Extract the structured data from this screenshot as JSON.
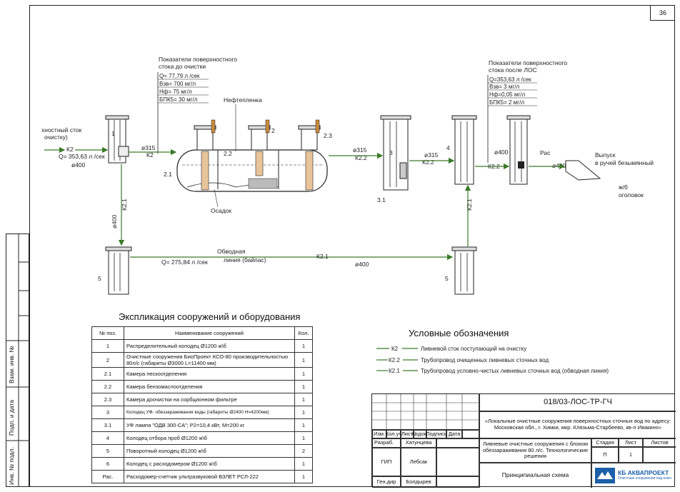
{
  "page_number": "36",
  "labels": {
    "inlet_text": "хностный сток",
    "inlet_text2": "очистку)",
    "inlet_flow": "Q= 353,63 л /сек",
    "inlet_diam": "ø400",
    "before_title1": "Показатели поверхностного",
    "before_title2": "стока до очистки",
    "before_vals": [
      "Q= 77,79 л /сек",
      "Взв= 700 мг/л",
      "Нф= 75 мг/л",
      "БПК5= 30 мг/л"
    ],
    "after_title1": "Показатели поверхностного",
    "after_title2": "стока после ЛОС",
    "after_vals": [
      "Q=353,63 л /сек",
      "Взв= 3 мг/л",
      "Нф=0,05 мг/л",
      "БПК5= 2 мг/л"
    ],
    "oil_film": "Нефтепленка",
    "sediment": "Осадок",
    "outlet1": "Выпуск",
    "outlet2": "в ручей безымянный",
    "outlet_note1": "ж/б",
    "outlet_note2": "оголовок",
    "bypass1": "Обводная",
    "bypass2": "линия (байпас)",
    "bypass_flow": "Q= 275,84 л /сек",
    "k2": "К2",
    "k22": "К2.2",
    "k21": "К2.1",
    "d315": "ø315",
    "d400": "ø400",
    "rac": "Рас",
    "n1": "1",
    "n22": "2.2",
    "n2": "2",
    "n23": "2.3",
    "n21": "2.1",
    "n3": "3",
    "n31": "3.1",
    "n4": "4",
    "n5": "5"
  },
  "explication": {
    "title": "Экспликация сооружений и оборудования",
    "headers": [
      "№ поз.",
      "Наименование сооружений",
      "Кол."
    ],
    "rows": [
      [
        "1",
        "Распределительный колодец Ø1200 ж\\б",
        "1"
      ],
      [
        "2",
        "Очистные сооружения БиоПроект КСО-80 производительностью 80л/с (габариты Ø3000 L=11400 мм)",
        "1"
      ],
      [
        "2.1",
        "Камера пескоотделения",
        "1"
      ],
      [
        "2.2",
        "Камера бензомаслоотделения",
        "1"
      ],
      [
        "2.3",
        "Камера доочистки на сорбционном фильтре",
        "1"
      ],
      [
        "3",
        "Колодец УФ- обеззараживания воды (габариты Ø2400 Н=4200мм)",
        "1"
      ],
      [
        "3.1",
        "УФ лампа \"ОДВ 300-СА\"; Р2=10,4 кВт, М=200 кг",
        "1"
      ],
      [
        "4",
        "Колодец отбора проб Ø1200 ж\\б",
        "1"
      ],
      [
        "5",
        "Поворотный колодец Ø1200 ж\\б",
        "2"
      ],
      [
        "6",
        "Колодец с расходомером Ø1200 ж\\б",
        "1"
      ],
      [
        "Рас.",
        "Расходомер-счетчик ультразвуковой ВЗЛЕТ РСЛ-222",
        "1"
      ]
    ]
  },
  "legend": {
    "title": "Условные обозначения",
    "items": [
      {
        "code": "К2",
        "text": "Ливневой сток поступающий на очистку"
      },
      {
        "code": "К2.2",
        "text": "Трубопровод очищенных ливневых сточных вод"
      },
      {
        "code": "К2.1",
        "text": "Трубопровод  условно-чистых ливневых сточных вод (обводная линия)"
      }
    ]
  },
  "stamp": {
    "code": "018/03-ЛОС-ТР-ГЧ",
    "project": "«Локальные очистные сооружения поверхностных сточных вод по адресу: Московская обл., г. Химки, мкр. Клязьма-Старбеево, кв-л Ивакино»",
    "hdr": [
      "Изм.",
      "Кол.уч",
      "Лист",
      "№док.",
      "Подпись",
      "Дата"
    ],
    "razrab": "Разраб.",
    "razrab_name": "Хатунцева",
    "gip": "ГИП",
    "gip_name": "Лебсак",
    "gendir": "Ген.дир",
    "gendir_name": "Болдырев",
    "object": "Ливневые очистные сооружения с блоком обеззараживания  80 л/с. Технологические решения",
    "stadia": "Стадия",
    "list": "Лист",
    "listov": "Листов",
    "stadia_val": "П",
    "list_val": "1",
    "sheet_title": "Принципиальная схема",
    "company": "КБ АКВАПРОЕКТ",
    "company_sub": "Очистные сооружения под ключ"
  },
  "strip": {
    "inv_podl": "Инв. № подл.",
    "podp_data": "Подп. и дата",
    "vzam": "Взам. инв. №"
  },
  "colors": {
    "pipe": "#3a7a28",
    "line": "#222222",
    "logo": "#1b5fa8"
  }
}
